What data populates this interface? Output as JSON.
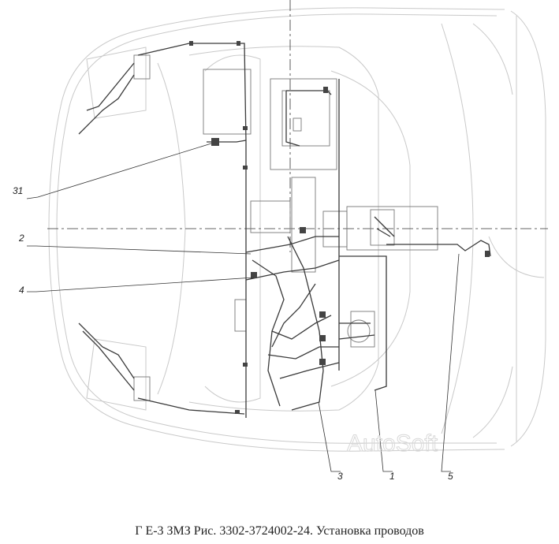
{
  "caption": "Г Е-3 ЗМЗ Рис. 3302-3724002-24. Установка проводов",
  "watermark": "AutoSoft",
  "callouts": [
    "31",
    "2",
    "4",
    "3",
    "1",
    "5"
  ]
}
